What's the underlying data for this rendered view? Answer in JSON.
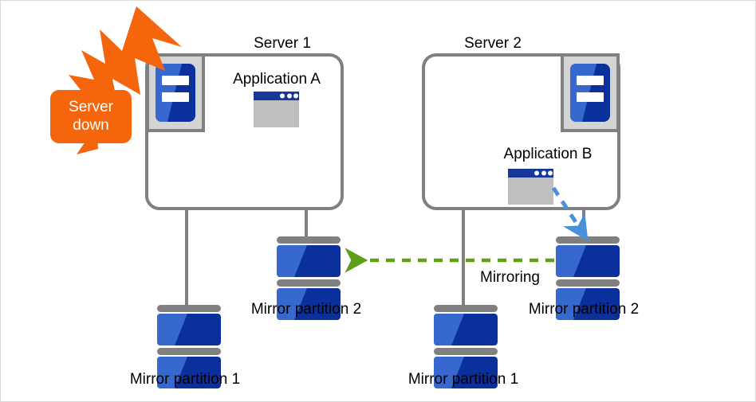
{
  "diagram": {
    "title_alt": "Server failover with mirrored disk partitions",
    "colors": {
      "background": "#ffffff",
      "page_border": "#d9d9d9",
      "box_stroke": "#808080",
      "connector": "#808080",
      "alert_orange": "#f4650c",
      "disk_bar_gray": "#808080",
      "disk_blue_light": "#3668ce",
      "disk_blue_dark": "#0b2f9b",
      "server_icon_frame": "#d4d4d4",
      "server_icon_border": "#808080",
      "app_title_blue": "#17389b",
      "app_body_gray": "#bfbfbf",
      "mirroring_arrow_green": "#5f9e18",
      "write_arrow_blue": "#4a90d9",
      "text": "#000000"
    }
  },
  "alert": {
    "line1": "Server",
    "line2": "down",
    "burst_icon": "lightning-burst-icon"
  },
  "servers": [
    {
      "id": "server-1",
      "title": "Server 1",
      "icon": "server-icon",
      "icon_position": "top-left",
      "application": {
        "label": "Application  A",
        "icon": "app-window-icon"
      },
      "state": "down"
    },
    {
      "id": "server-2",
      "title": "Server 2",
      "icon": "server-icon",
      "icon_position": "top-right",
      "application": {
        "label": "Application  B",
        "icon": "app-window-icon"
      },
      "state": "active"
    }
  ],
  "disks": [
    {
      "id": "disk-s1-p1",
      "label": "Mirror partition 1",
      "owner": "server-1"
    },
    {
      "id": "disk-s1-p2",
      "label": "Mirror partition 2",
      "owner": "server-1"
    },
    {
      "id": "disk-s2-p1",
      "label": "Mirror partition 1",
      "owner": "server-2"
    },
    {
      "id": "disk-s2-p2",
      "label": "Mirror partition 2",
      "owner": "server-2"
    }
  ],
  "flows": [
    {
      "id": "mirroring-flow",
      "label": "Mirroring",
      "style": "dashed",
      "color": "#5f9e18",
      "direction": "right-to-left",
      "from": "disk-s2-p2",
      "to": "disk-s1-p2"
    },
    {
      "id": "write-flow",
      "label": "",
      "style": "dashed",
      "color": "#4a90d9",
      "direction": "down-left",
      "from": "server-2-application",
      "to": "disk-s2-p2"
    }
  ]
}
